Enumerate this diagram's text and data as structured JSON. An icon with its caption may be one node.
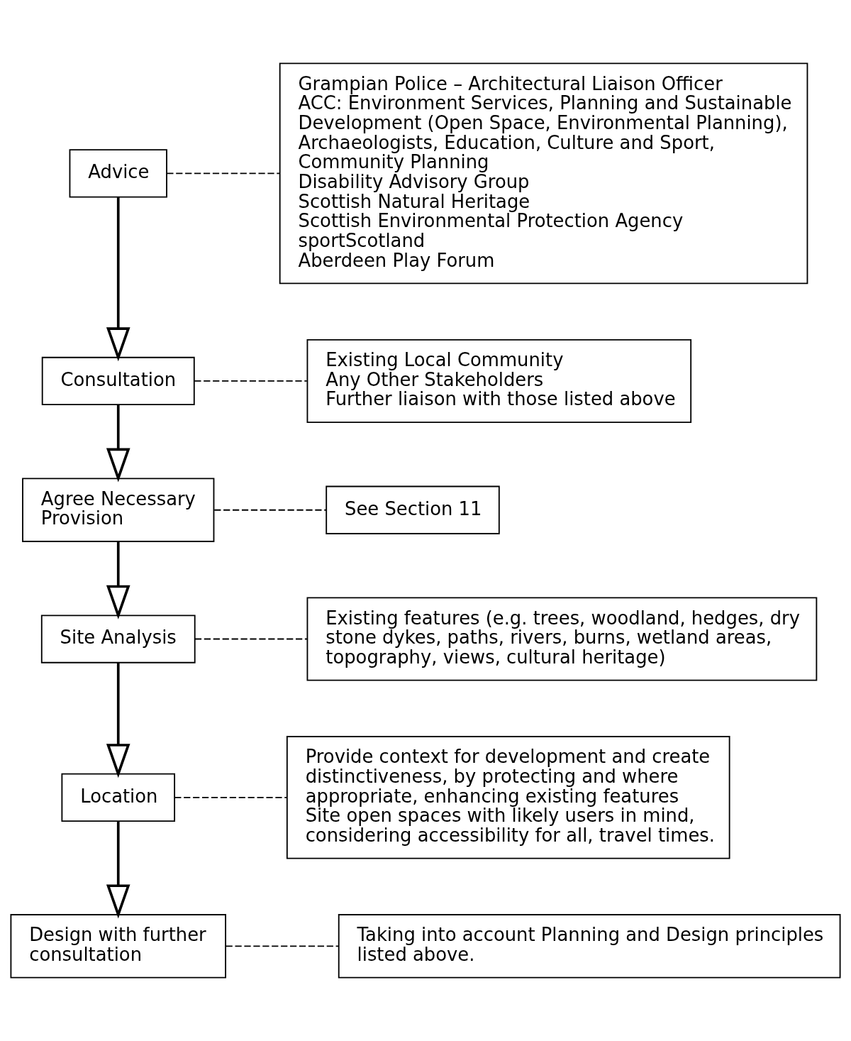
{
  "diagram": {
    "nodes": [
      {
        "text": [
          "Advice"
        ]
      },
      {
        "text": [
          "Grampian Police – Architectural Liaison Officer",
          "ACC: Environment Services, Planning and Sustainable Development (Open Space, Environmental Planning), Archaeologists, Education, Culture and Sport, Community Planning",
          "Disability Advisory Group",
          "Scottish Natural Heritage",
          "Scottish Environmental Protection Agency",
          "sportScotland",
          "Aberdeen Play Forum"
        ]
      },
      {
        "text": [
          "Consultation"
        ]
      },
      {
        "text": [
          "Existing Local Community",
          "Any Other Stakeholders",
          "Further liaison with those listed above"
        ]
      },
      {
        "text": [
          "Agree Necessary Provision"
        ]
      },
      {
        "text": [
          "See Section 11"
        ]
      },
      {
        "text": [
          "Site Analysis"
        ]
      },
      {
        "text": [
          "Existing features (e.g. trees, woodland, hedges, dry stone dykes, paths, rivers, burns, wetland areas, topography, views, cultural heritage)"
        ]
      },
      {
        "text": [
          "Location"
        ]
      },
      {
        "text": [
          "Provide context for development and create distinctiveness, by protecting and where appropriate, enhancing existing features",
          "Site open spaces with likely users in mind, considering accessibility for all, travel times."
        ]
      },
      {
        "text": [
          "Design with further consultation"
        ]
      },
      {
        "text": [
          "Taking into account Planning and Design principles listed above."
        ]
      }
    ],
    "edges": [
      {
        "from": 0,
        "to": 1,
        "arrow": "none",
        "style": "dashed"
      },
      {
        "from": 0,
        "to": 2,
        "arrow": "to"
      },
      {
        "from": 2,
        "to": 3,
        "arrow": "none",
        "style": "dashed"
      },
      {
        "from": 2,
        "to": 4,
        "arrow": "to"
      },
      {
        "from": 4,
        "to": 5,
        "arrow": "none",
        "style": "dashed"
      },
      {
        "from": 4,
        "to": 6,
        "arrow": "to"
      },
      {
        "from": 6,
        "to": 7,
        "arrow": "none",
        "style": "dashed"
      },
      {
        "from": 6,
        "to": 8,
        "arrow": "to"
      },
      {
        "from": 8,
        "to": 9,
        "arrow": "none",
        "style": "dashed"
      },
      {
        "from": 8,
        "to": 10,
        "arrow": "to"
      },
      {
        "from": 10,
        "to": 11,
        "arrow": "none",
        "style": "dashed"
      }
    ]
  }
}
